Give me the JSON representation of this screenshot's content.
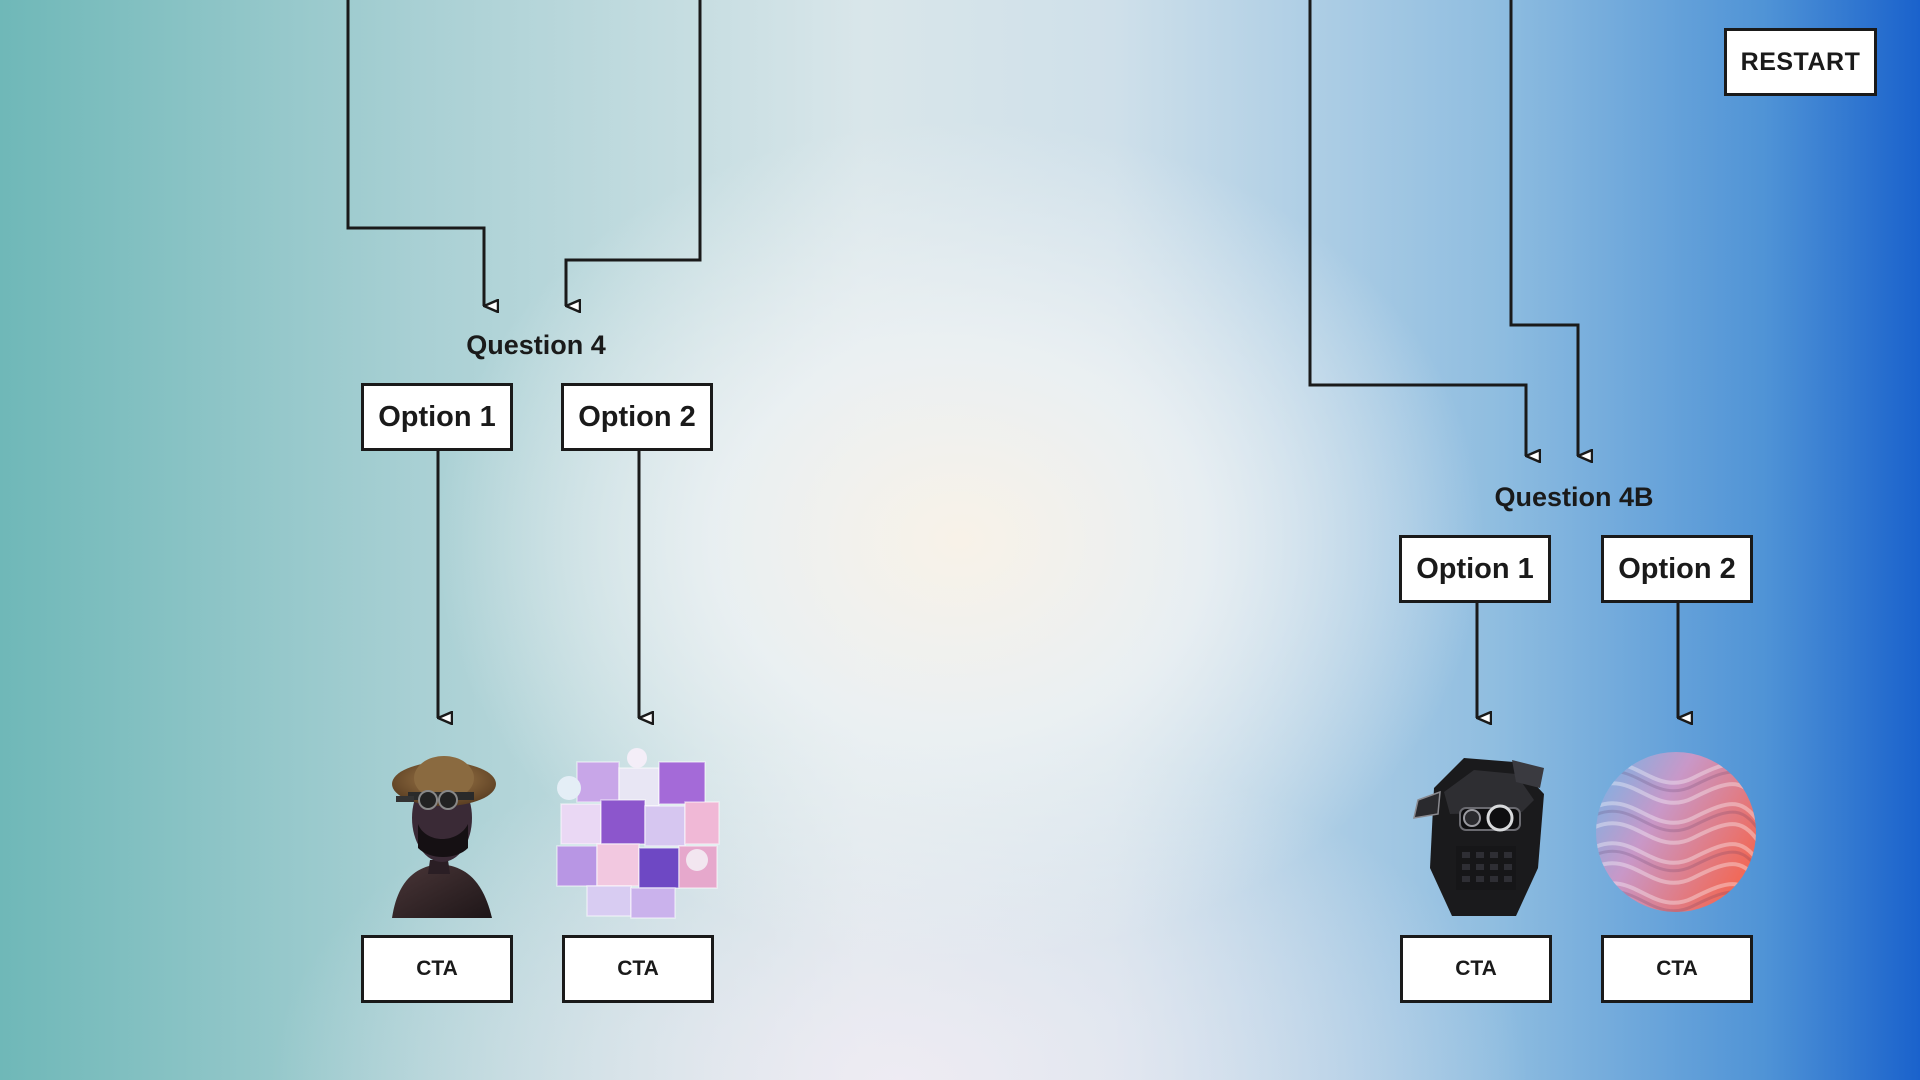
{
  "restart_label": "RESTART",
  "left_group": {
    "question": "Question 4",
    "option1_label": "Option 1",
    "option2_label": "Option 2",
    "cta1_label": "CTA",
    "cta2_label": "CTA",
    "image1": "hat-character-icon",
    "image2": "glass-cube-icon"
  },
  "right_group": {
    "question": "Question 4B",
    "option1_label": "Option 1",
    "option2_label": "Option 2",
    "cta1_label": "CTA",
    "cta2_label": "CTA",
    "image1": "robot-head-icon",
    "image2": "wavy-sphere-icon"
  },
  "colors": {
    "line": "#1a1a1a",
    "box_border": "#1a1a1a",
    "box_fill": "#ffffff"
  }
}
